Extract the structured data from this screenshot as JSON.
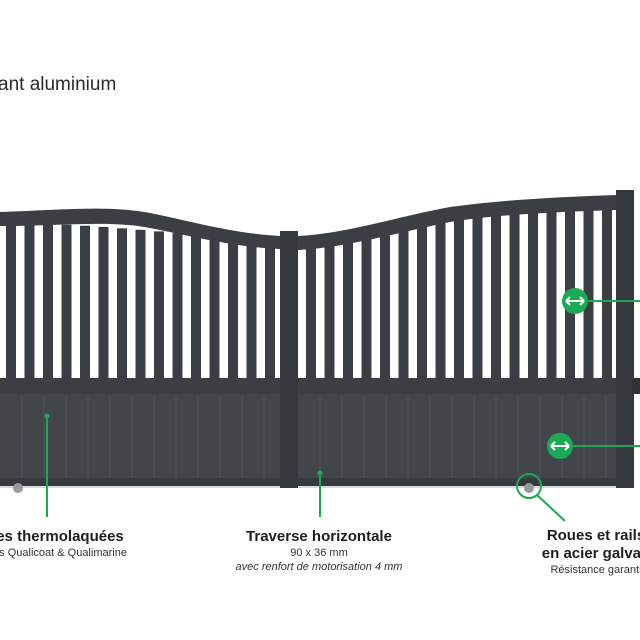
{
  "title": "ant aluminium",
  "colors": {
    "gate": "#3b3f44",
    "gate_panel": "#41454a",
    "accent": "#1aaa55",
    "rail": "#d4d4d4"
  },
  "features": {
    "finish": {
      "heading": "es thermolaquées",
      "sub": "es Qualicoat & Qualimarine"
    },
    "crossbar": {
      "heading": "Traverse horizontale",
      "sub": "90 x 36 mm",
      "note": "avec renfort de motorisation 4 mm"
    },
    "wheels": {
      "heading_line1": "Roues et rails",
      "heading_line2": "en acier galvan",
      "sub": "Résistance garanti"
    }
  },
  "icons": {
    "bar_width": "arrows-horizontal-icon",
    "panel_width": "arrows-horizontal-icon",
    "wheel": "wheel-icon"
  }
}
